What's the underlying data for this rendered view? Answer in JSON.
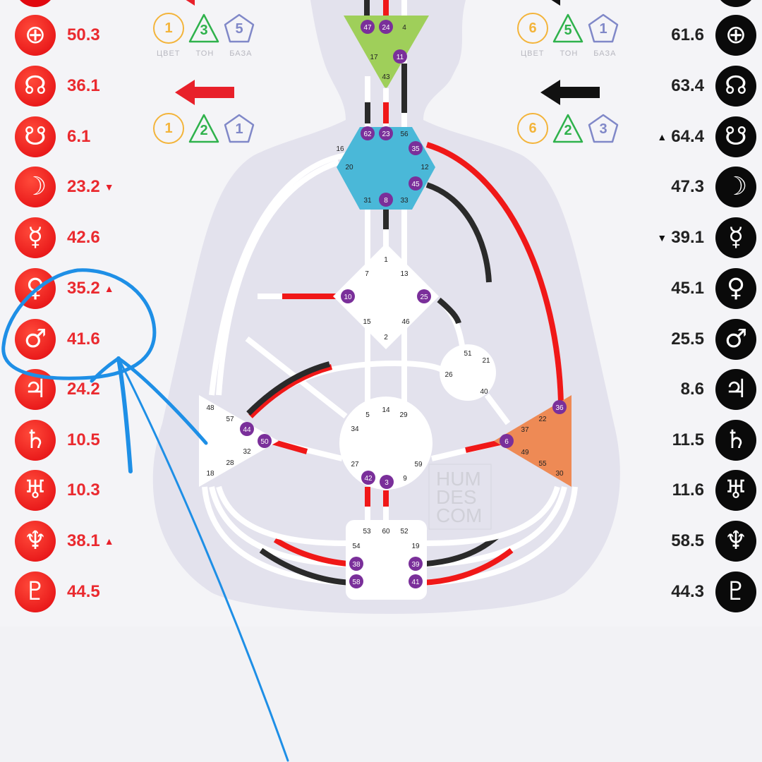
{
  "design": {
    "color": "#e8202a",
    "planets": [
      {
        "name": "earth",
        "symbol": "⊕",
        "value": "50.3",
        "marker": ""
      },
      {
        "name": "north-node",
        "symbol": "☊",
        "value": "36.1",
        "marker": ""
      },
      {
        "name": "south-node",
        "symbol": "☋",
        "value": "6.1",
        "marker": ""
      },
      {
        "name": "moon",
        "symbol": "☽",
        "value": "23.2",
        "marker": "▼"
      },
      {
        "name": "mercury",
        "symbol": "☿",
        "value": "42.6",
        "marker": ""
      },
      {
        "name": "venus",
        "symbol": "♀",
        "value": "35.2",
        "marker": "▲"
      },
      {
        "name": "mars",
        "symbol": "♂",
        "value": "41.6",
        "marker": ""
      },
      {
        "name": "jupiter",
        "symbol": "♃",
        "value": "24.2",
        "marker": ""
      },
      {
        "name": "saturn",
        "symbol": "♄",
        "value": "10.5",
        "marker": ""
      },
      {
        "name": "uranus",
        "symbol": "♅",
        "value": "10.3",
        "marker": ""
      },
      {
        "name": "neptune",
        "symbol": "♆",
        "value": "38.1",
        "marker": "▲"
      },
      {
        "name": "pluto",
        "symbol": "♇",
        "value": "44.5",
        "marker": ""
      }
    ],
    "variables": [
      {
        "color": "1",
        "tone": "3",
        "base": "5"
      },
      {
        "color": "1",
        "tone": "2",
        "base": "1"
      }
    ]
  },
  "personality": {
    "color": "#111111",
    "planets": [
      {
        "name": "earth",
        "symbol": "⊕",
        "value": "61.6",
        "marker": ""
      },
      {
        "name": "north-node",
        "symbol": "☊",
        "value": "63.4",
        "marker": ""
      },
      {
        "name": "south-node",
        "symbol": "☋",
        "value": "64.4",
        "marker": "▲"
      },
      {
        "name": "moon",
        "symbol": "☽",
        "value": "47.3",
        "marker": ""
      },
      {
        "name": "mercury",
        "symbol": "☿",
        "value": "39.1",
        "marker": "▼"
      },
      {
        "name": "venus",
        "symbol": "♀",
        "value": "45.1",
        "marker": ""
      },
      {
        "name": "mars",
        "symbol": "♂",
        "value": "25.5",
        "marker": ""
      },
      {
        "name": "jupiter",
        "symbol": "♃",
        "value": "8.6",
        "marker": ""
      },
      {
        "name": "saturn",
        "symbol": "♄",
        "value": "11.5",
        "marker": ""
      },
      {
        "name": "uranus",
        "symbol": "♅",
        "value": "11.6",
        "marker": ""
      },
      {
        "name": "neptune",
        "symbol": "♆",
        "value": "58.5",
        "marker": ""
      },
      {
        "name": "pluto",
        "symbol": "♇",
        "value": "44.3",
        "marker": ""
      }
    ],
    "variables": [
      {
        "color": "6",
        "tone": "5",
        "base": "1"
      },
      {
        "color": "6",
        "tone": "2",
        "base": "3"
      }
    ]
  },
  "variable_labels": {
    "color": "ЦВЕТ",
    "tone": "ТОН",
    "base": "БАЗА"
  },
  "watermark": [
    "HUM",
    "DES",
    "COM"
  ],
  "centers": {
    "ajna": {
      "fill": "#9fcf5a",
      "gates": [
        {
          "n": "47",
          "a": true
        },
        {
          "n": "24",
          "a": true
        },
        {
          "n": "4"
        },
        {
          "n": "17"
        },
        {
          "n": "11",
          "a": true
        },
        {
          "n": "43"
        }
      ]
    },
    "throat": {
      "fill": "#4ab8d8",
      "gates": [
        {
          "n": "62",
          "a": true
        },
        {
          "n": "23",
          "a": true
        },
        {
          "n": "56"
        },
        {
          "n": "16"
        },
        {
          "n": "35",
          "a": true
        },
        {
          "n": "20"
        },
        {
          "n": "12"
        },
        {
          "n": "45",
          "a": true
        },
        {
          "n": "31"
        },
        {
          "n": "8",
          "a": true
        },
        {
          "n": "33"
        }
      ]
    },
    "g": {
      "fill": "#ffffff",
      "gates": [
        {
          "n": "1"
        },
        {
          "n": "7"
        },
        {
          "n": "13"
        },
        {
          "n": "10",
          "a": true
        },
        {
          "n": "25",
          "a": true
        },
        {
          "n": "15"
        },
        {
          "n": "46"
        },
        {
          "n": "2"
        }
      ]
    },
    "ego": {
      "fill": "#ffffff",
      "gates": [
        {
          "n": "51"
        },
        {
          "n": "21"
        },
        {
          "n": "26"
        },
        {
          "n": "40"
        }
      ]
    },
    "sacral": {
      "fill": "#ffffff",
      "gates": [
        {
          "n": "5"
        },
        {
          "n": "14"
        },
        {
          "n": "29"
        },
        {
          "n": "34"
        },
        {
          "n": "27"
        },
        {
          "n": "59"
        },
        {
          "n": "42",
          "a": true
        },
        {
          "n": "3",
          "a": true
        },
        {
          "n": "9"
        }
      ]
    },
    "spleen": {
      "fill": "#ffffff",
      "gates": [
        {
          "n": "48"
        },
        {
          "n": "57"
        },
        {
          "n": "44",
          "a": true
        },
        {
          "n": "50",
          "a": true
        },
        {
          "n": "32"
        },
        {
          "n": "28"
        },
        {
          "n": "18"
        }
      ]
    },
    "solar_plexus": {
      "fill": "#ee8a55",
      "gates": [
        {
          "n": "36",
          "a": true
        },
        {
          "n": "22"
        },
        {
          "n": "37"
        },
        {
          "n": "6",
          "a": true
        },
        {
          "n": "49"
        },
        {
          "n": "55"
        },
        {
          "n": "30"
        }
      ]
    },
    "root": {
      "fill": "#ffffff",
      "gates": [
        {
          "n": "53"
        },
        {
          "n": "60"
        },
        {
          "n": "52"
        },
        {
          "n": "54"
        },
        {
          "n": "19"
        },
        {
          "n": "38",
          "a": true
        },
        {
          "n": "39",
          "a": true
        },
        {
          "n": "58",
          "a": true
        },
        {
          "n": "41",
          "a": true
        }
      ]
    }
  },
  "annotation_color": "#1e8fe6"
}
